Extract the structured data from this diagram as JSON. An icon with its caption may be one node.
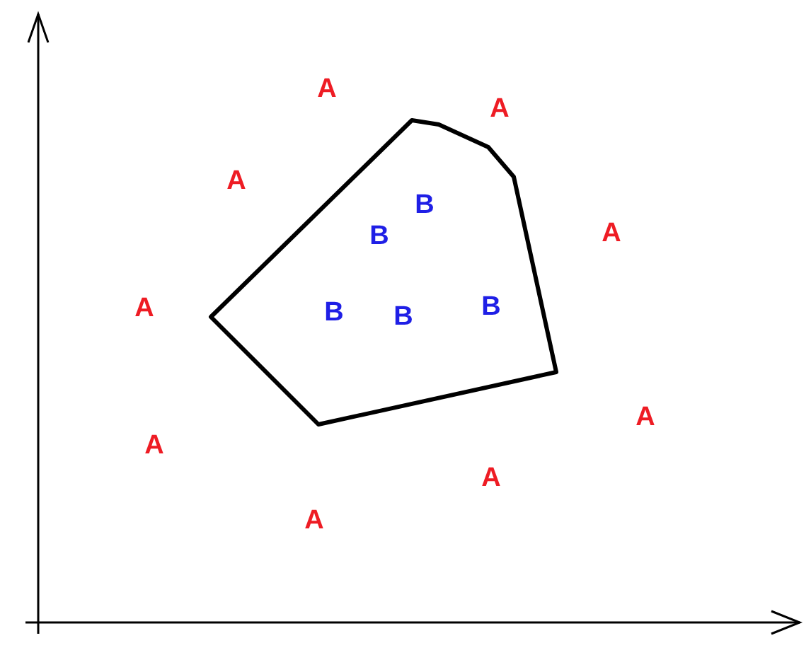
{
  "diagram": {
    "nodes": [
      {
        "text": [
          "B",
          "B",
          "B",
          "B",
          "B"
        ]
      }
    ],
    "labels": [
      "A",
      "A",
      "A",
      "A",
      "A",
      "A",
      "A",
      "A",
      "A"
    ]
  }
}
